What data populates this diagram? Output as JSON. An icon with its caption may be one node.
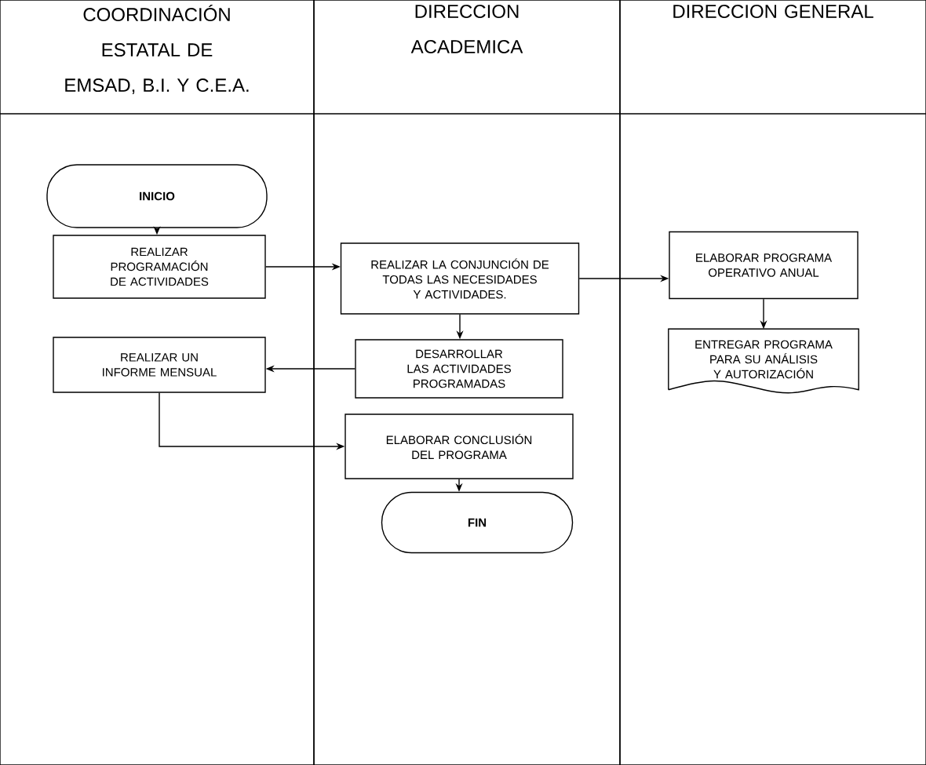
{
  "diagram": {
    "nodes": [
      {
        "text": [
          "COORDINACIÓN ESTATAL DE EMSAD, B.I. Y C.E.A."
        ]
      },
      {
        "text": [
          "DIRECCION ACADEMICA"
        ]
      },
      {
        "text": [
          "DIRECCION GENERAL"
        ]
      },
      {
        "text": [
          "INICIO"
        ],
        "in": 0
      },
      {
        "text": [
          "REALIZAR PROGRAMACIÓN DE ACTIVIDADES"
        ],
        "in": 0
      },
      {
        "text": [
          "REALIZAR LA CONJUNCIÓN DE TODAS LAS NECESIDADES Y ACTIVIDADES."
        ],
        "in": 1
      },
      {
        "text": [
          "ELABORAR PROGRAMA OPERATIVO ANUAL"
        ],
        "in": 2
      },
      {
        "text": [
          "ENTREGAR PROGRAMA PARA SU ANÁLISIS Y AUTORIZACIÓN"
        ],
        "in": 2
      },
      {
        "text": [
          "REALIZAR UN INFORME MENSUAL"
        ],
        "in": 0
      },
      {
        "text": [
          "DESARROLLAR LAS ACTIVIDADES PROGRAMADAS"
        ],
        "in": 1
      },
      {
        "text": [
          "ELABORAR CONCLUSIÓN DEL PROGRAMA"
        ],
        "in": 1
      },
      {
        "text": [
          "FIN"
        ],
        "in": 1
      }
    ],
    "edges": [
      {
        "from": 3,
        "to": 4,
        "arrow": "to"
      },
      {
        "from": 4,
        "to": 5,
        "arrow": "to"
      },
      {
        "from": 5,
        "to": 6,
        "arrow": "to"
      },
      {
        "from": 6,
        "to": 7,
        "arrow": "to"
      },
      {
        "from": 5,
        "to": 9,
        "arrow": "to"
      },
      {
        "from": 9,
        "to": 8,
        "arrow": "to"
      },
      {
        "from": 8,
        "to": 10,
        "arrow": "to"
      },
      {
        "from": 10,
        "to": 11,
        "arrow": "to"
      }
    ]
  }
}
